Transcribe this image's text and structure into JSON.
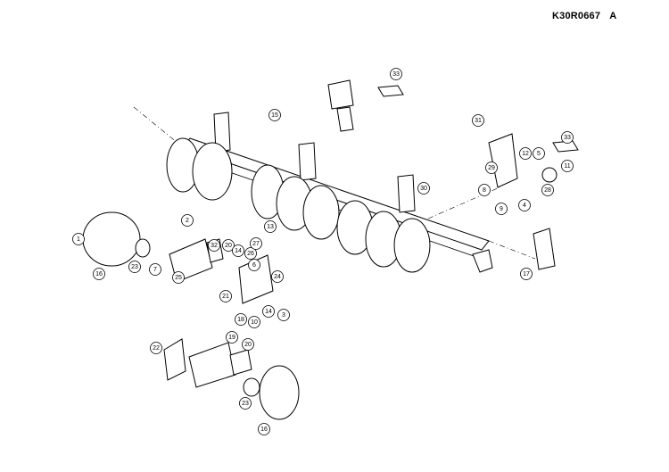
{
  "header": {
    "drawing_code": "K30R0667",
    "revision": "A"
  },
  "callouts": [
    {
      "id": "c33a",
      "label": "33"
    },
    {
      "id": "c15",
      "label": "15"
    },
    {
      "id": "c31",
      "label": "31"
    },
    {
      "id": "c33b",
      "label": "33"
    },
    {
      "id": "c12",
      "label": "12"
    },
    {
      "id": "c5",
      "label": "5"
    },
    {
      "id": "c11",
      "label": "11"
    },
    {
      "id": "c29",
      "label": "29"
    },
    {
      "id": "c28",
      "label": "28"
    },
    {
      "id": "c8",
      "label": "8"
    },
    {
      "id": "c9",
      "label": "9"
    },
    {
      "id": "c4",
      "label": "4"
    },
    {
      "id": "c30",
      "label": "30"
    },
    {
      "id": "c17",
      "label": "17"
    },
    {
      "id": "c1",
      "label": "1"
    },
    {
      "id": "c2",
      "label": "2"
    },
    {
      "id": "c16a",
      "label": "16"
    },
    {
      "id": "c23a",
      "label": "23"
    },
    {
      "id": "c7",
      "label": "7"
    },
    {
      "id": "c25",
      "label": "25"
    },
    {
      "id": "c32",
      "label": "32"
    },
    {
      "id": "c20a",
      "label": "20"
    },
    {
      "id": "c14a",
      "label": "14"
    },
    {
      "id": "c26",
      "label": "26"
    },
    {
      "id": "c13",
      "label": "13"
    },
    {
      "id": "c27",
      "label": "27"
    },
    {
      "id": "c6",
      "label": "6"
    },
    {
      "id": "c24",
      "label": "24"
    },
    {
      "id": "c21",
      "label": "21"
    },
    {
      "id": "c14b",
      "label": "14"
    },
    {
      "id": "c3",
      "label": "3"
    },
    {
      "id": "c18",
      "label": "18"
    },
    {
      "id": "c10",
      "label": "10"
    },
    {
      "id": "c22",
      "label": "22"
    },
    {
      "id": "c19",
      "label": "19"
    },
    {
      "id": "c20b",
      "label": "20"
    },
    {
      "id": "c23b",
      "label": "23"
    },
    {
      "id": "c16b",
      "label": "16"
    }
  ]
}
